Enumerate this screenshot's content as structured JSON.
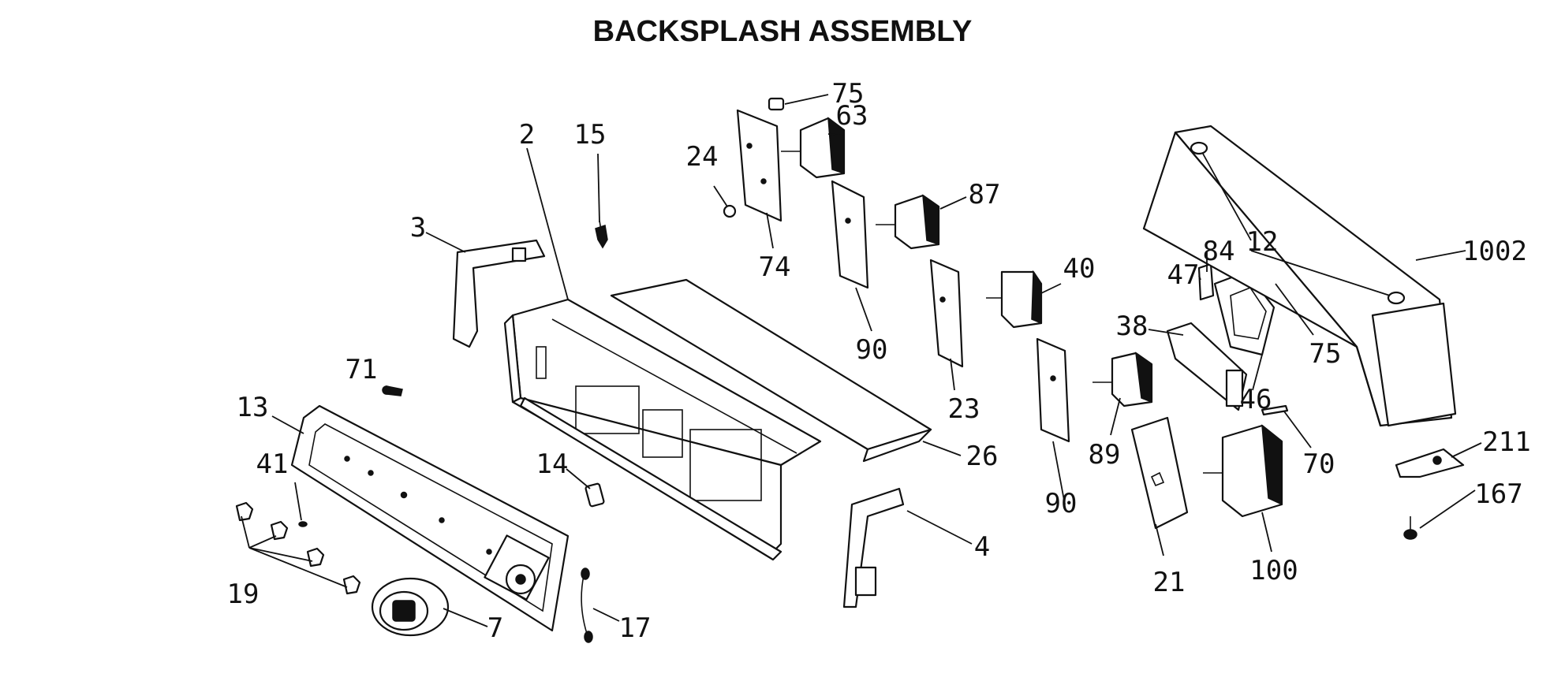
{
  "title": "BACKSPLASH ASSEMBLY",
  "callouts": {
    "c2": "2",
    "c3": "3",
    "c4": "4",
    "c7": "7",
    "c12": "12",
    "c13": "13",
    "c14": "14",
    "c15": "15",
    "c17": "17",
    "c19": "19",
    "c21": "21",
    "c23": "23",
    "c24": "24",
    "c26": "26",
    "c38": "38",
    "c40": "40",
    "c41": "41",
    "c46": "46",
    "c47": "47",
    "c63": "63",
    "c70": "70",
    "c71": "71",
    "c74": "74",
    "c75a": "75",
    "c75b": "75",
    "c84": "84",
    "c87": "87",
    "c89": "89",
    "c90a": "90",
    "c90b": "90",
    "c100": "100",
    "c167": "167",
    "c211": "211",
    "c1002": "1002"
  }
}
